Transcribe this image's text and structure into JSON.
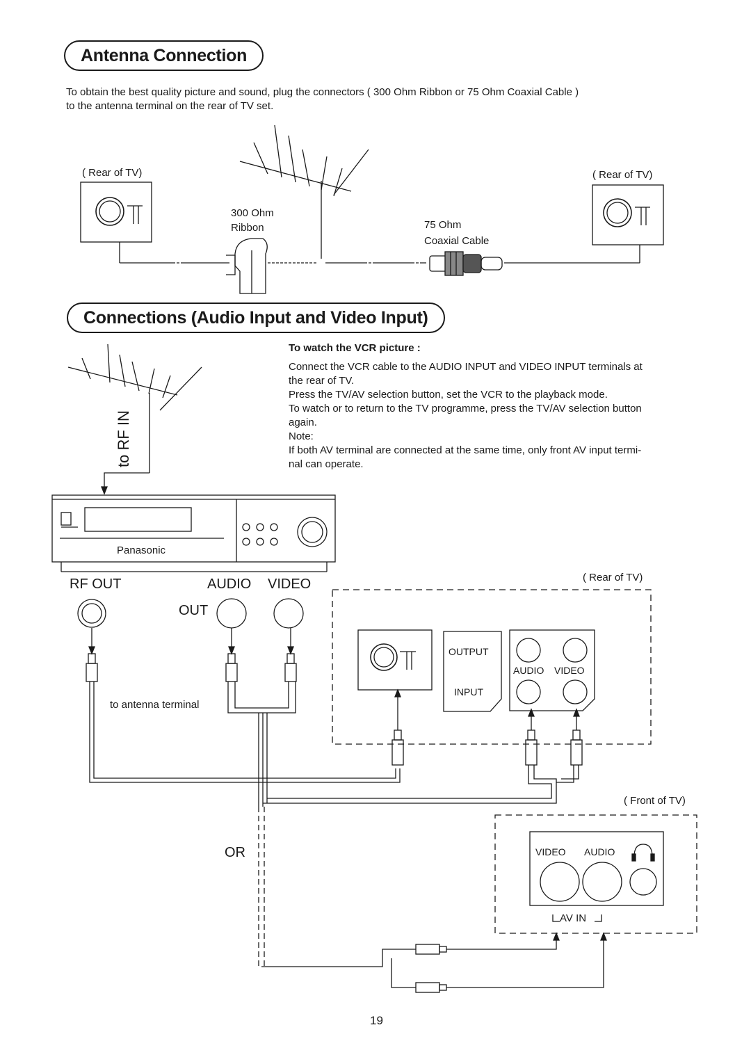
{
  "antenna_section": {
    "title": "Antenna Connection",
    "intro_line1": "To obtain the best quality picture and sound, plug the connectors ( 300 Ohm Ribbon or 75 Ohm Coaxial Cable )",
    "intro_line2": "to the antenna terminal on the rear of TV set.",
    "rear_left": "( Rear of TV)",
    "rear_right": "( Rear of TV)",
    "ribbon_line1": "300 Ohm",
    "ribbon_line2": "Ribbon",
    "coax_line1": "75 Ohm",
    "coax_line2": "Coaxial Cable"
  },
  "av_section": {
    "title": "Connections (Audio Input and Video Input)",
    "heading": "To watch the VCR picture :",
    "lines": [
      "Connect the VCR cable to the AUDIO INPUT and VIDEO INPUT terminals at",
      "the rear of TV.",
      "Press the TV/AV selection button, set the VCR to the playback mode.",
      "To watch or to return to the TV programme, press the TV/AV selection button",
      "again.",
      "Note:",
      "If both AV terminal are connected at the same time, only front AV input termi-",
      "nal can operate."
    ],
    "to_rf_in": "to RF IN",
    "vcr_brand": "Panasonic",
    "rf_out": "RF OUT",
    "audio": "AUDIO",
    "video": "VIDEO",
    "out": "OUT",
    "to_antenna_terminal": "to antenna terminal",
    "rear_of_tv": "( Rear of TV)",
    "output": "OUTPUT",
    "input": "INPUT",
    "panel_audio": "AUDIO",
    "panel_video": "VIDEO",
    "front_of_tv": "( Front of TV)",
    "front_video": "VIDEO",
    "front_audio": "AUDIO",
    "av_in": "AV IN",
    "or": "OR"
  },
  "page_number": "19"
}
